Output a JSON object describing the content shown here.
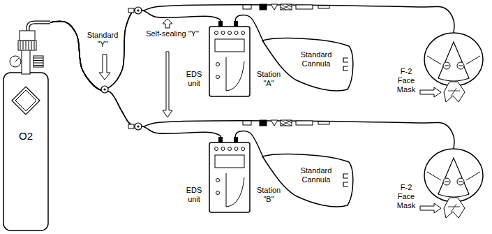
{
  "diagram": {
    "nodes": [
      {
        "text": [
          "O2"
        ]
      },
      {
        "text": [
          "EDS unit",
          "Station \"A\""
        ]
      },
      {
        "text": [
          "Standard Cannula"
        ]
      },
      {
        "text": [
          "F-2 Face Mask"
        ]
      },
      {
        "text": [
          "EDS unit",
          "Station \"B\""
        ]
      },
      {
        "text": [
          "Standard Cannula"
        ]
      },
      {
        "text": [
          "F-2 Face Mask"
        ]
      }
    ],
    "edges": [
      {
        "from": 0,
        "to": 1,
        "arrow": "none"
      },
      {
        "from": 0,
        "to": 3,
        "arrow": "none"
      },
      {
        "from": 1,
        "to": 2,
        "arrow": "none"
      },
      {
        "from": 0,
        "to": 4,
        "arrow": "none"
      },
      {
        "from": 0,
        "to": 6,
        "arrow": "none"
      },
      {
        "from": 4,
        "to": 5,
        "arrow": "none"
      }
    ],
    "labels": [
      "Standard \"Y\"",
      "Self-sealing \"Y\""
    ]
  }
}
